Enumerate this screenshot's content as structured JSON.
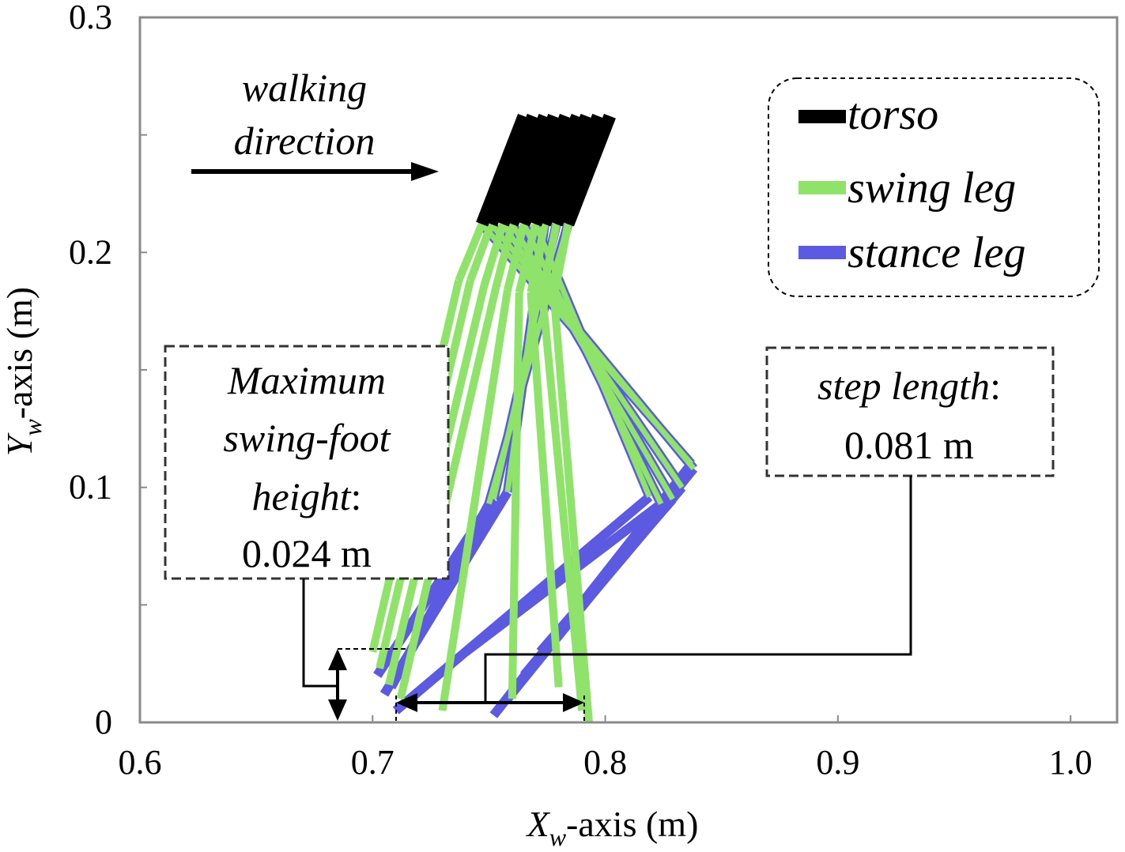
{
  "chart_data": {
    "type": "line",
    "xlabel": {
      "var": "X",
      "sub": "w",
      "rest": "-axis (m)"
    },
    "ylabel": {
      "var": "Y",
      "sub": "w",
      "rest": "-axis (m)"
    },
    "xlim": [
      0.6,
      1.02
    ],
    "ylim": [
      0,
      0.3
    ],
    "x_ticks": [
      {
        "value": 0.6,
        "label": "0.6"
      },
      {
        "value": 0.7,
        "label": "0.7"
      },
      {
        "value": 0.8,
        "label": "0.8"
      },
      {
        "value": 0.9,
        "label": "0.9"
      },
      {
        "value": 1.0,
        "label": "1.0"
      }
    ],
    "y_ticks": [
      {
        "value": 0,
        "label": "0"
      },
      {
        "value": 0.05,
        "label": ""
      },
      {
        "value": 0.1,
        "label": "0.1"
      },
      {
        "value": 0.15,
        "label": ""
      },
      {
        "value": 0.2,
        "label": "0.2"
      },
      {
        "value": 0.25,
        "label": ""
      },
      {
        "value": 0.3,
        "label": "0.3"
      }
    ],
    "grid": false,
    "legend": {
      "position": "top-right",
      "entries": [
        {
          "name": "torso",
          "color": "#000000"
        },
        {
          "name": "swing leg",
          "color": "#8fe26a"
        },
        {
          "name": "stance leg",
          "color": "#5b5ae0"
        }
      ]
    },
    "colors": {
      "torso": "#000000",
      "swing": "#8fe26a",
      "stance": "#5b5ae0"
    },
    "frames": [
      {
        "hip": [
          0.747,
          0.212
        ],
        "shoulder": [
          0.765,
          0.258
        ],
        "swing_knee": [
          0.737,
          0.188
        ],
        "swing_foot": [
          0.7,
          0.03
        ],
        "stance_knee": [
          0.837,
          0.11
        ],
        "stance_foot": [
          0.752,
          0.003
        ]
      },
      {
        "hip": [
          0.751,
          0.212
        ],
        "shoulder": [
          0.769,
          0.258
        ],
        "swing_knee": [
          0.742,
          0.188
        ],
        "swing_foot": [
          0.703,
          0.023
        ],
        "stance_knee": [
          0.838,
          0.108
        ],
        "stance_foot": [
          0.758,
          0.01
        ]
      },
      {
        "hip": [
          0.756,
          0.212
        ],
        "shoulder": [
          0.774,
          0.258
        ],
        "swing_knee": [
          0.748,
          0.186
        ],
        "swing_foot": [
          0.707,
          0.016
        ],
        "stance_knee": [
          0.833,
          0.1
        ],
        "stance_foot": [
          0.765,
          0.02
        ]
      },
      {
        "hip": [
          0.76,
          0.212
        ],
        "shoulder": [
          0.778,
          0.258
        ],
        "swing_knee": [
          0.753,
          0.185
        ],
        "swing_foot": [
          0.712,
          0.01
        ],
        "stance_knee": [
          0.829,
          0.095
        ],
        "stance_foot": [
          0.772,
          0.03
        ]
      },
      {
        "hip": [
          0.765,
          0.212
        ],
        "shoulder": [
          0.783,
          0.258
        ],
        "swing_knee": [
          0.758,
          0.184
        ],
        "swing_foot": [
          0.73,
          0.005
        ],
        "stance_knee": [
          0.824,
          0.093
        ],
        "stance_foot": [
          0.74,
          0.03
        ]
      },
      {
        "hip": [
          0.77,
          0.212
        ],
        "shoulder": [
          0.788,
          0.258
        ],
        "swing_knee": [
          0.763,
          0.183
        ],
        "swing_foot": [
          0.76,
          0.01
        ],
        "stance_knee": [
          0.819,
          0.096
        ],
        "stance_foot": [
          0.71,
          0.005
        ]
      },
      {
        "hip": [
          0.774,
          0.212
        ],
        "shoulder": [
          0.792,
          0.258
        ],
        "swing_knee": [
          0.768,
          0.183
        ],
        "swing_foot": [
          0.78,
          0.015
        ],
        "stance_knee": [
          0.758,
          0.098
        ],
        "stance_foot": [
          0.705,
          0.012
        ]
      },
      {
        "hip": [
          0.779,
          0.212
        ],
        "shoulder": [
          0.797,
          0.258
        ],
        "swing_knee": [
          0.773,
          0.182
        ],
        "swing_foot": [
          0.79,
          0.005
        ],
        "stance_knee": [
          0.752,
          0.095
        ],
        "stance_foot": [
          0.702,
          0.02
        ]
      },
      {
        "hip": [
          0.784,
          0.212
        ],
        "shoulder": [
          0.802,
          0.258
        ],
        "swing_knee": [
          0.778,
          0.181
        ],
        "swing_foot": [
          0.793,
          0.0
        ],
        "stance_knee": [
          0.75,
          0.093
        ],
        "stance_foot": [
          0.708,
          0.015
        ]
      }
    ],
    "annotations": {
      "walking_direction": [
        "walking",
        "direction"
      ],
      "max_height_line1": "Maximum",
      "max_height_line2": "swing-foot",
      "max_height_line3_italic": "height",
      "max_height_line3_plain": ":",
      "max_height_value": "0.024 m",
      "step_length_italic": "step length",
      "step_length_plain": ":",
      "step_length_value": "0.081 m"
    }
  }
}
